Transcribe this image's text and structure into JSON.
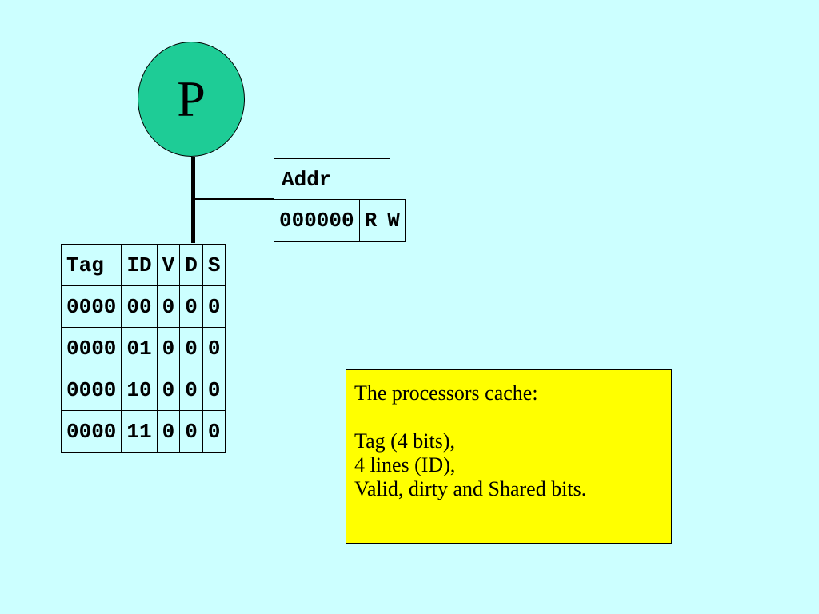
{
  "processor": {
    "label": "P"
  },
  "address": {
    "title": "Addr",
    "value": "000000",
    "read_flag": "R",
    "write_flag": "W"
  },
  "cache": {
    "headers": [
      "Tag",
      "ID",
      "V",
      "D",
      "S"
    ],
    "rows": [
      [
        "0000",
        "00",
        "0",
        "0",
        "0"
      ],
      [
        "0000",
        "01",
        "0",
        "0",
        "0"
      ],
      [
        "0000",
        "10",
        "0",
        "0",
        "0"
      ],
      [
        "0000",
        "11",
        "0",
        "0",
        "0"
      ]
    ]
  },
  "note": {
    "title": "The processors cache:",
    "lines": [
      "Tag (4 bits),",
      "4 lines (ID),",
      "Valid, dirty and Shared bits."
    ]
  },
  "colors": {
    "background": "#ccffff",
    "processor_fill": "#1ecc96",
    "note_fill": "#ffff00"
  }
}
